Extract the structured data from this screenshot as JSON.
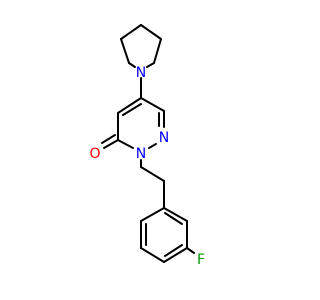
{
  "molecule": {
    "atoms": {
      "pyrrolidine_n": {
        "symbol": "N",
        "color": "#0000ff"
      },
      "ring_n1": {
        "symbol": "N",
        "color": "#0000ff"
      },
      "ring_n2": {
        "symbol": "N",
        "color": "#0000ff"
      },
      "carbonyl_o": {
        "symbol": "O",
        "color": "#ff0000"
      },
      "fluorine": {
        "symbol": "F",
        "color": "#009900"
      }
    },
    "bond_color": "#000000",
    "background": "#ffffff"
  }
}
